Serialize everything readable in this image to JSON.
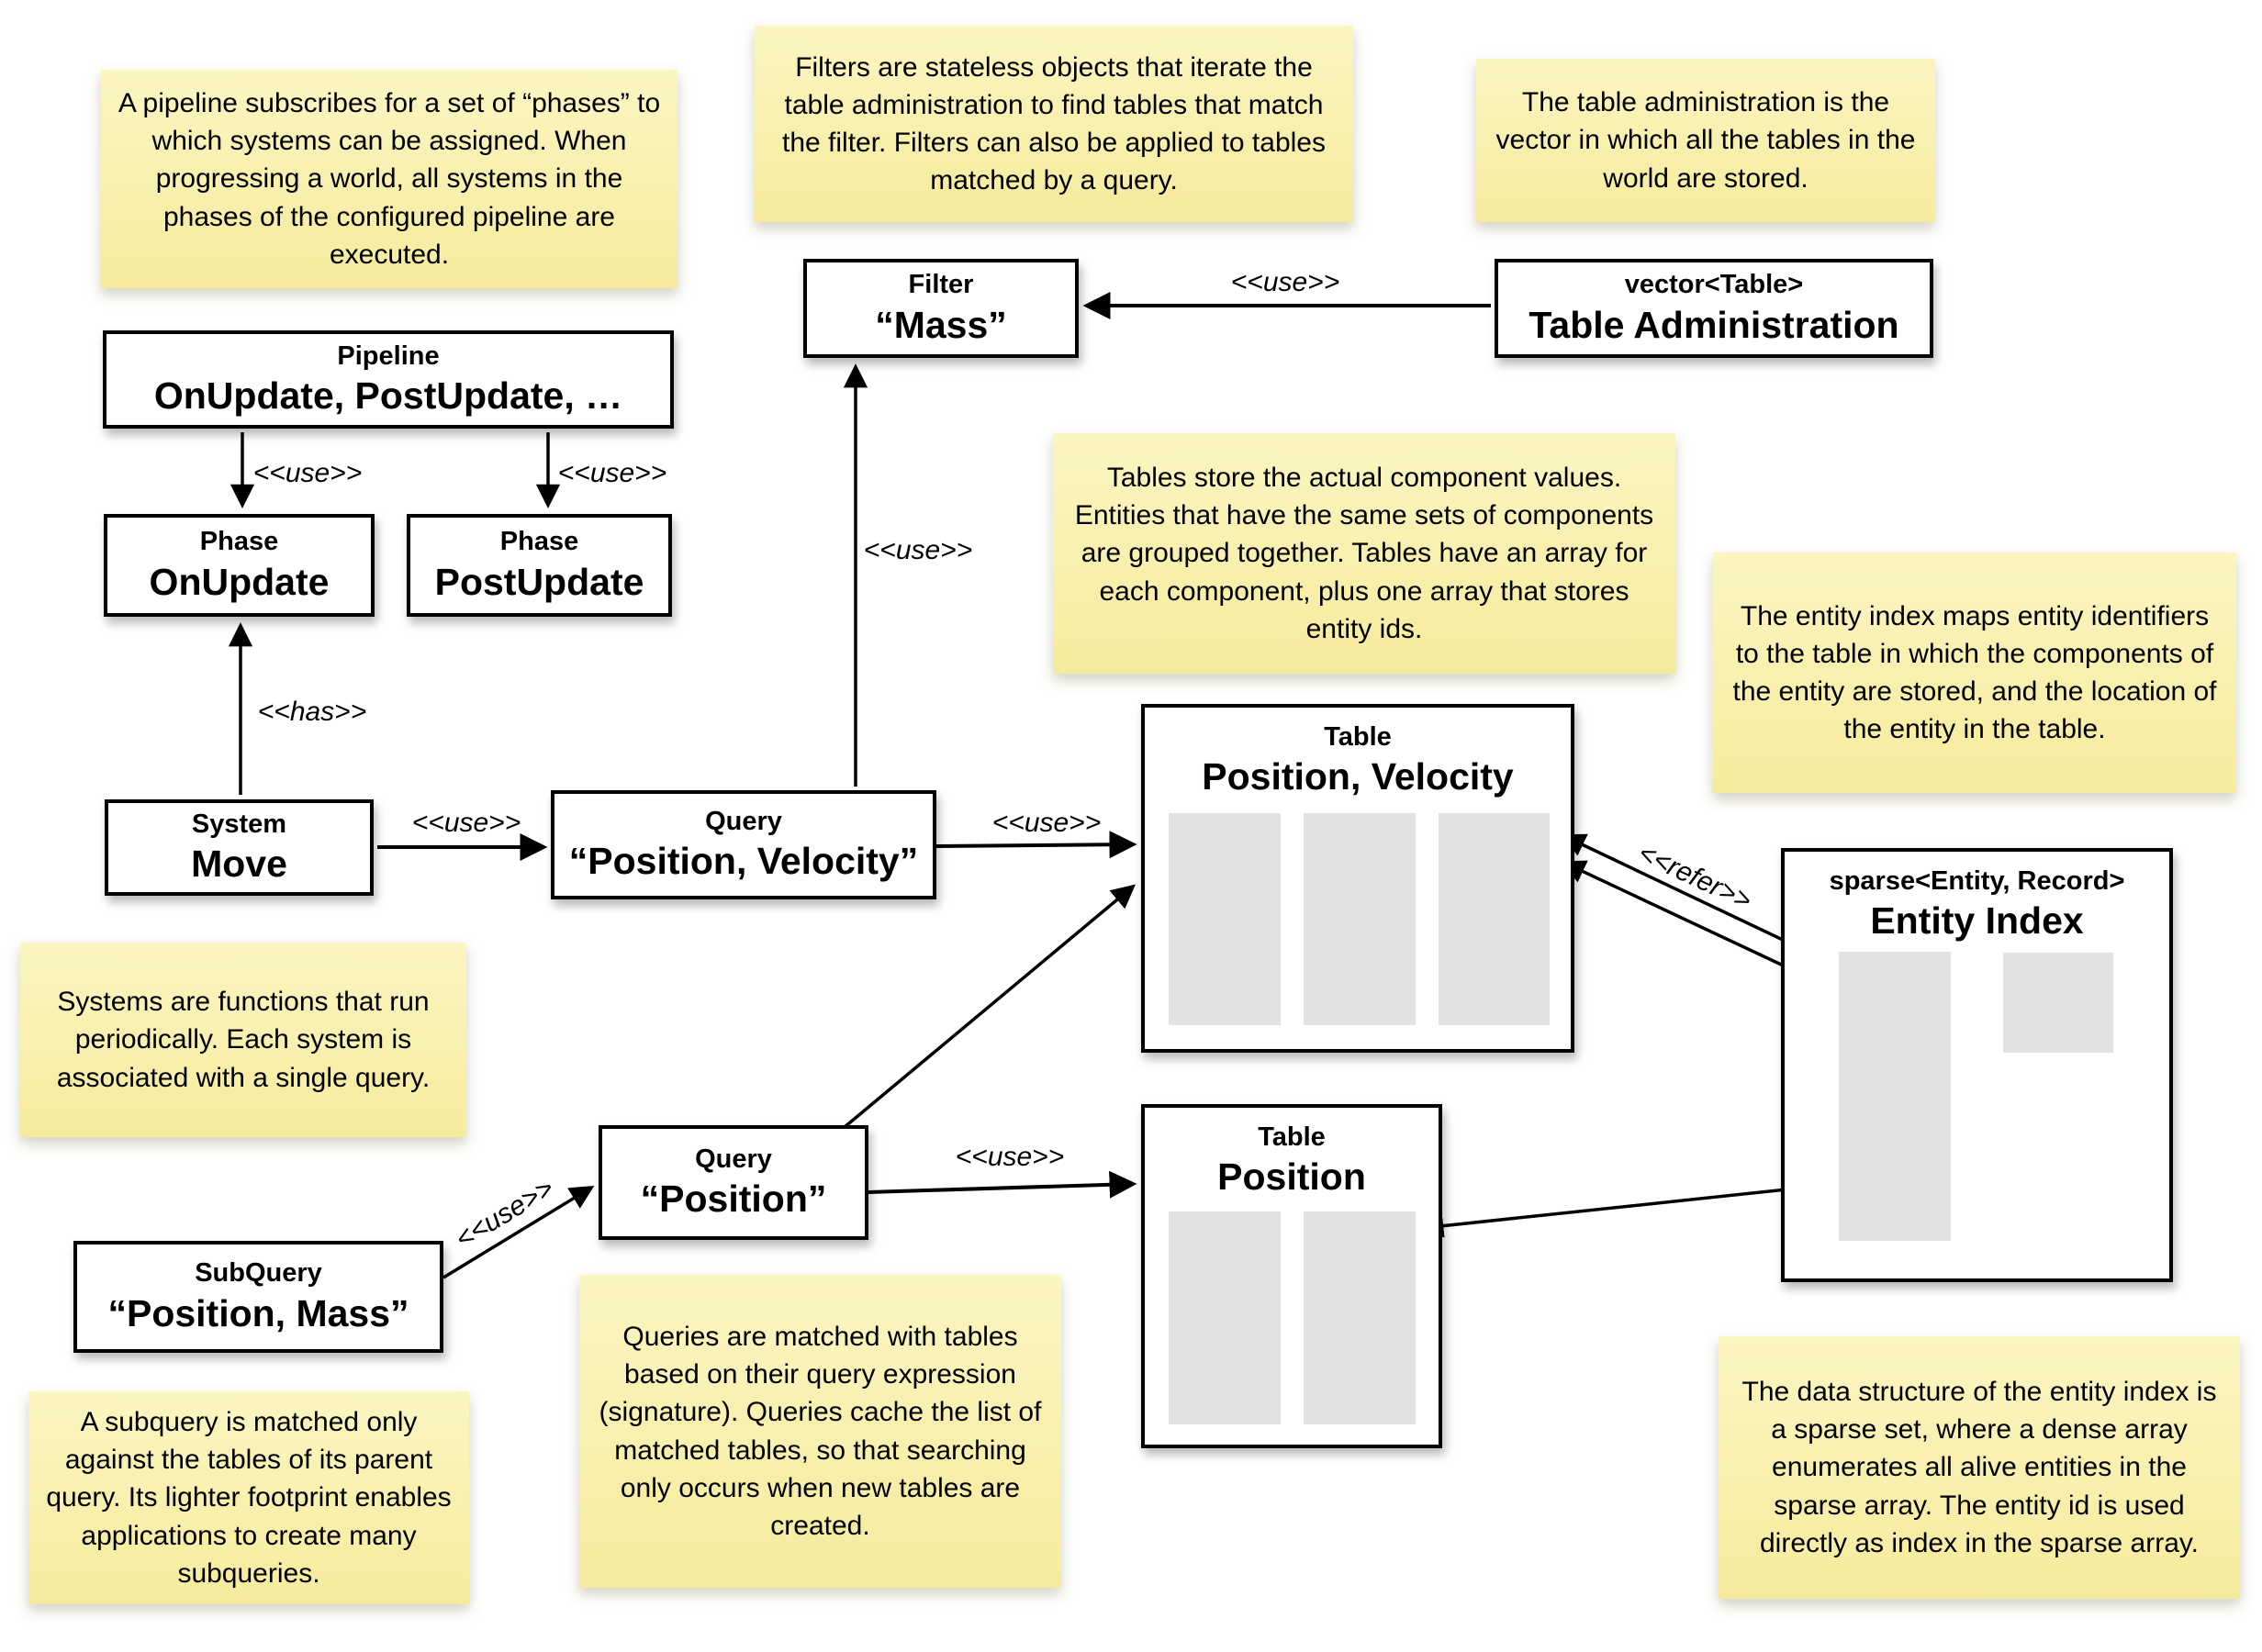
{
  "labels": {
    "use": "<<use>>",
    "has": "<<has>>",
    "refer": "<<refer>>"
  },
  "nodes": {
    "pipeline": {
      "stereotype": "Pipeline",
      "name": "OnUpdate, PostUpdate, …"
    },
    "phase_onupdate": {
      "stereotype": "Phase",
      "name": "OnUpdate"
    },
    "phase_postupdate": {
      "stereotype": "Phase",
      "name": "PostUpdate"
    },
    "system_move": {
      "stereotype": "System",
      "name": "Move"
    },
    "query_position_velocity": {
      "stereotype": "Query",
      "name": "“Position, Velocity”"
    },
    "filter_mass": {
      "stereotype": "Filter",
      "name": "“Mass”"
    },
    "table_administration": {
      "stereotype": "vector<Table>",
      "name": "Table Administration"
    },
    "table_position_velocity": {
      "stereotype": "Table",
      "name": "Position, Velocity"
    },
    "table_position": {
      "stereotype": "Table",
      "name": "Position"
    },
    "entity_index": {
      "stereotype": "sparse<Entity, Record>",
      "name": "Entity Index"
    },
    "subquery": {
      "stereotype": "SubQuery",
      "name": "“Position, Mass”"
    },
    "query_position": {
      "stereotype": "Query",
      "name": "“Position”"
    }
  },
  "notes": {
    "pipeline_note": "A pipeline subscribes for a set of “phases” to which systems can be assigned. When progressing a world, all systems in the phases of the configured pipeline are executed.",
    "filter_note": "Filters are stateless objects that iterate the table administration to find tables that match the filter. Filters can also be applied to tables matched by a query.",
    "table_admin_note": "The table administration is the vector in which all the tables in the world are stored.",
    "tables_note": "Tables store the actual component values. Entities that have the same sets of components are grouped together. Tables have an array for each component, plus one array that stores entity ids.",
    "entity_index_note": "The entity index maps entity identifiers to the table in which the components of the entity are stored, and the location of the entity in the table.",
    "systems_note": "Systems are functions that run periodically. Each system is associated with a single query.",
    "subquery_note": "A subquery is matched only against the tables of its parent query. Its lighter footprint enables applications to create many subqueries.",
    "queries_note": "Queries are matched with tables based on their query expression (signature). Queries cache the list of matched tables, so that searching only occurs when new tables are created.",
    "sparse_set_note": "The data structure of the entity index is a sparse set, where a dense array enumerates all alive entities in the sparse array. The entity id is used directly as index in the sparse array."
  },
  "colors": {
    "note_top": "#FBF5C2",
    "note_bottom": "#F6EB9C",
    "box_border": "#000000",
    "box_bg": "#FFFFFF",
    "array_slot": "#E2E2E2",
    "text": "#000000"
  }
}
